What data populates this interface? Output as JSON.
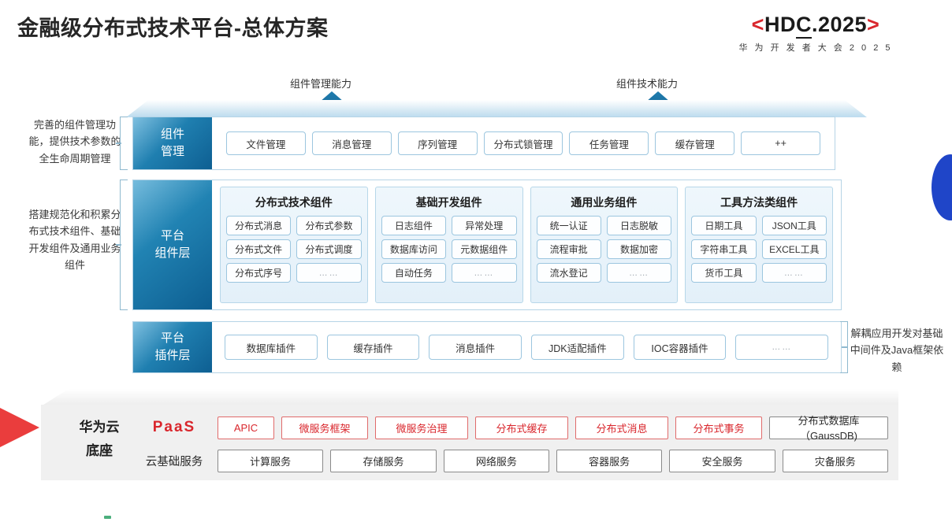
{
  "header": {
    "title": "金融级分布式技术平台-总体方案",
    "logo_main_left_bracket": "<",
    "logo_main_text_a": "HD",
    "logo_main_text_b": "C",
    "logo_main_text_c": ".2025",
    "logo_main_right_bracket": ">",
    "logo_sub": "华 为 开 发 者 大 会 2 0 2 5",
    "accent_red": "#d9262c"
  },
  "callouts": {
    "arrow_left_label": "组件管理能力",
    "arrow_right_label": "组件技术能力"
  },
  "annotations": {
    "left_1": "完善的组件管理功能，提供技术参数的全生命周期管理",
    "left_2": "搭建规范化和积累分布式技术组件、基础开发组件及通用业务组件",
    "right_1": "解耦应用开发对基础中间件及Java框架依赖"
  },
  "component_mgmt": {
    "side_line1": "组件",
    "side_line2": "管理",
    "items": [
      "文件管理",
      "消息管理",
      "序列管理",
      "分布式锁管理",
      "任务管理",
      "缓存管理",
      "++"
    ]
  },
  "platform_components": {
    "side_line1": "平台",
    "side_line2": "组件层",
    "groups": [
      {
        "title": "分布式技术组件",
        "items": [
          "分布式消息",
          "分布式参数",
          "分布式文件",
          "分布式调度",
          "分布式序号",
          "……"
        ]
      },
      {
        "title": "基础开发组件",
        "items": [
          "日志组件",
          "异常处理",
          "数据库访问",
          "元数据组件",
          "自动任务",
          "……"
        ]
      },
      {
        "title": "通用业务组件",
        "items": [
          "统一认证",
          "日志脱敏",
          "流程审批",
          "数据加密",
          "流水登记",
          "……"
        ]
      },
      {
        "title": "工具方法类组件",
        "items": [
          "日期工具",
          "JSON工具",
          "字符串工具",
          "EXCEL工具",
          "货币工具",
          "……"
        ]
      }
    ]
  },
  "platform_plugins": {
    "side_line1": "平台",
    "side_line2": "插件层",
    "items": [
      "数据库插件",
      "缓存插件",
      "消息插件",
      "JDK适配插件",
      "IOC容器插件",
      "……"
    ]
  },
  "huawei_base": {
    "label_line1": "华为云",
    "label_line2": "底座",
    "paas_label": "PaaS",
    "cloud_label": "云基础服务",
    "paas_items": [
      {
        "text": "APIC",
        "style": "red"
      },
      {
        "text": "微服务框架",
        "style": "red"
      },
      {
        "text": "微服务治理",
        "style": "red"
      },
      {
        "text": "分布式缓存",
        "style": "red"
      },
      {
        "text": "分布式消息",
        "style": "red"
      },
      {
        "text": "分布式事务",
        "style": "red"
      },
      {
        "text": "分布式数据库（GaussDB)",
        "style": "neutral"
      }
    ],
    "cloud_items": [
      "计算服务",
      "存储服务",
      "网络服务",
      "容器服务",
      "安全服务",
      "灾备服务"
    ]
  }
}
